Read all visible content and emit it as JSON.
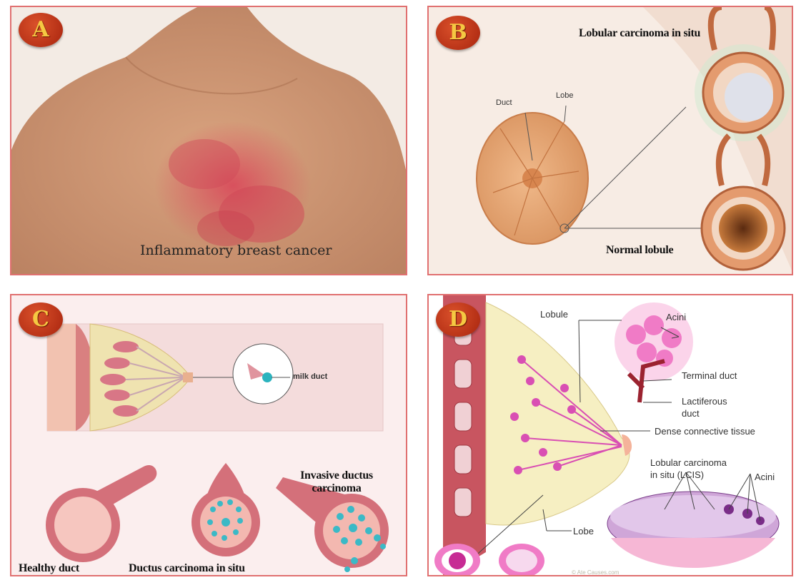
{
  "panels": {
    "a": {
      "badge": "A",
      "caption": "Inflammatory breast cancer"
    },
    "b": {
      "badge": "B",
      "lobular_label": "Lobular carcinoma in situ",
      "normal_label": "Normal lobule",
      "duct_label": "Duct",
      "lobe_label": "Lobe"
    },
    "c": {
      "badge": "C",
      "milk_duct_label": "milk duct",
      "invasive_label": "Invasive ductus carcinoma",
      "healthy_label": "Healthy duct",
      "dcis_label": "Ductus carcinoma in situ"
    },
    "d": {
      "badge": "D",
      "lobule": "Lobule",
      "acini_top": "Acini",
      "terminal_duct": "Terminal duct",
      "lactiferous_duct": "Lactiferous duct",
      "dense_tissue": "Dense connective tissue",
      "lcis_line1": "Lobular carcinoma",
      "lcis_line2": "in situ (LCIS)",
      "acini_bottom": "Acini",
      "lobe": "Lobe",
      "watermark": "© Ate Causes.com"
    }
  },
  "colors": {
    "border": "#e07070",
    "badge_fill": "#c0391b",
    "badge_text": "#f5c842",
    "pink_accent": "#e23fa0",
    "teal_cells": "#39b6c4"
  }
}
